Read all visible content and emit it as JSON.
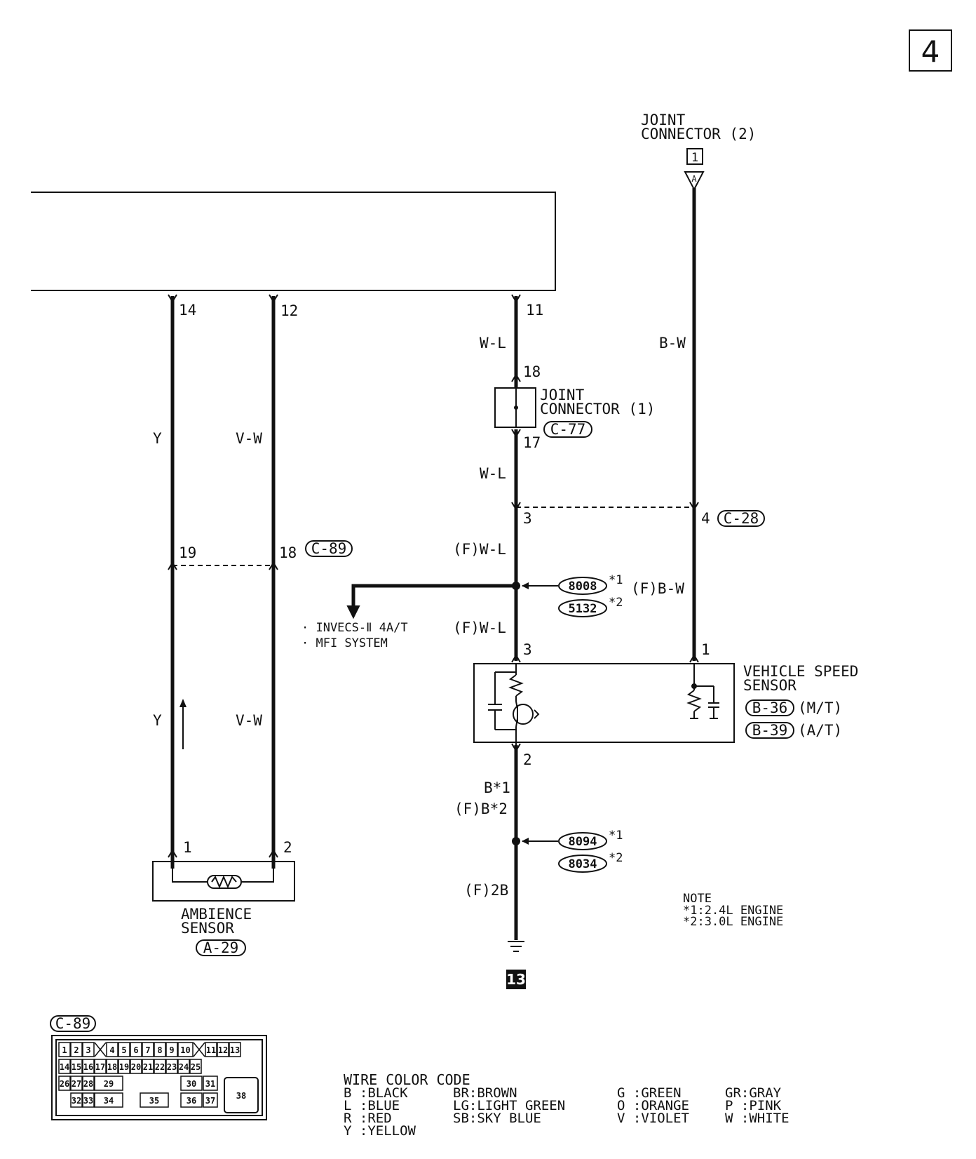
{
  "page_number": "4",
  "ecu": {
    "pins": {
      "p14": "14",
      "p12": "12",
      "p11": "11"
    }
  },
  "joint_connector_2": {
    "title_line1": "JOINT",
    "title_line2": "CONNECTOR (2)",
    "terminal": "1",
    "symbol": "A"
  },
  "wires": {
    "y_upper": "Y",
    "vw_upper": "V-W",
    "wl_upper": "W-L",
    "bw_upper": "B-W",
    "wl_mid": "W-L",
    "fwl_1": "(F)W-L",
    "fbw": "(F)B-W",
    "fwl_2": "(F)W-L",
    "y_lower": "Y",
    "vw_lower": "V-W",
    "b_star1": "B*1",
    "fb_star2": "(F)B*2",
    "f2b": "(F)2B"
  },
  "joint_connector_1": {
    "title_line1": "JOINT",
    "title_line2": "CONNECTOR (1)",
    "code": "C-77",
    "pin_in": "18",
    "pin_out": "17"
  },
  "connector_c28": {
    "code": "C-28",
    "pin_a": "3",
    "pin_b": "4"
  },
  "connector_c89": {
    "code": "C-89",
    "pin_a": "19",
    "pin_b": "18"
  },
  "splices": {
    "s8008": "8008",
    "s8008_note": "*1",
    "s5132": "5132",
    "s5132_note": "*2",
    "s8094": "8094",
    "s8094_note": "*1",
    "s8034": "8034",
    "s8034_note": "*2"
  },
  "branch_destinations": [
    "· INVECS-Ⅱ 4A/T",
    "· MFI SYSTEM"
  ],
  "vehicle_speed_sensor": {
    "title_line1": "VEHICLE SPEED",
    "title_line2": "SENSOR",
    "code_mt": "B-36",
    "suffix_mt": "(M/T)",
    "code_at": "B-39",
    "suffix_at": "(A/T)",
    "pin_3": "3",
    "pin_1": "1",
    "pin_2": "2"
  },
  "ambience_sensor": {
    "title_line1": "AMBIENCE",
    "title_line2": "SENSOR",
    "code": "A-29",
    "pin_1": "1",
    "pin_2": "2"
  },
  "ground": {
    "id": "13"
  },
  "note": {
    "title": "NOTE",
    "line1": "*1:2.4L ENGINE",
    "line2": "*2:3.0L ENGINE"
  },
  "c89_face": {
    "code": "C-89",
    "row1": [
      "1",
      "2",
      "3",
      "4",
      "5",
      "6",
      "7",
      "8",
      "9",
      "10",
      "11",
      "12",
      "13"
    ],
    "row2": [
      "14",
      "15",
      "16",
      "17",
      "18",
      "19",
      "20",
      "21",
      "22",
      "23",
      "24",
      "25"
    ],
    "row3": [
      "26",
      "27",
      "28",
      "29",
      "30",
      "31",
      "38"
    ],
    "row4": [
      "32",
      "33",
      "34",
      "35",
      "36",
      "37"
    ]
  },
  "wire_color_code": {
    "title": "WIRE COLOR CODE",
    "col1": [
      "B :BLACK",
      "L :BLUE",
      "R :RED",
      "Y :YELLOW"
    ],
    "col2": [
      "BR:BROWN",
      "LG:LIGHT GREEN",
      "SB:SKY BLUE"
    ],
    "col3": [
      "G :GREEN",
      "O :ORANGE",
      "V :VIOLET"
    ],
    "col4": [
      "GR:GRAY",
      "P :PINK",
      "W :WHITE"
    ]
  }
}
